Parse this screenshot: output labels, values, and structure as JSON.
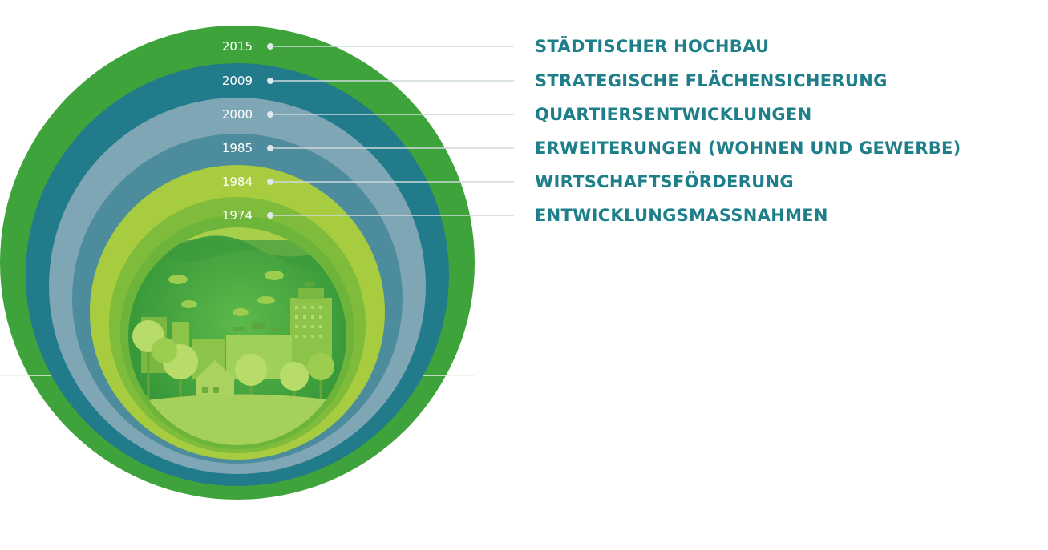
{
  "milestones": [
    {
      "year": "2015",
      "label": "STÄDTISCHER HOCHBAU"
    },
    {
      "year": "2009",
      "label": "STRATEGISCHE FLÄCHENSICHERUNG"
    },
    {
      "year": "2000",
      "label": "QUARTIERSENTWICKLUNGEN"
    },
    {
      "year": "1985",
      "label": "ERWEITERUNGEN (WOHNEN UND GEWERBE)"
    },
    {
      "year": "1984",
      "label": "WIRTSCHAFTSFÖRDERUNG"
    },
    {
      "year": "1974",
      "label": "ENTWICKLUNGSMASSNAHMEN"
    }
  ],
  "colors": {
    "ring_2015": "#3ea33a",
    "ring_2009": "#217b8b",
    "ring_2000": "#7fa6b5",
    "ring_1985": "#4d8c9c",
    "ring_1984": "#a7cc3f",
    "ring_1974": "#7fbc3c",
    "label_text": "#1e7f8a",
    "leader_line": "#cdd9dd"
  }
}
